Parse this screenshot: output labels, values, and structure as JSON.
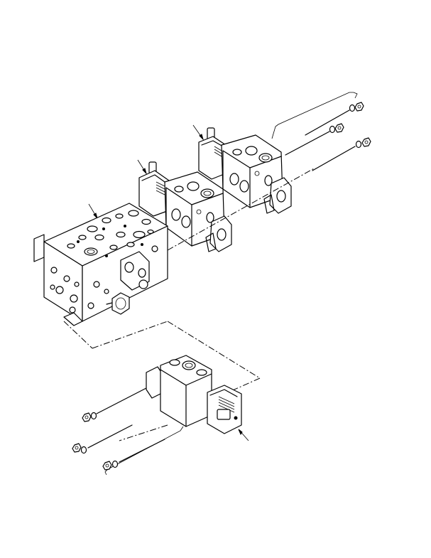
{
  "diagram": {
    "type": "exploded-assembly",
    "text_labels": [],
    "components": [
      {
        "name": "inlet-manifold-block"
      },
      {
        "name": "control-section-1"
      },
      {
        "name": "control-section-2"
      },
      {
        "name": "end-section"
      },
      {
        "name": "tie-rod-set-upper"
      },
      {
        "name": "tie-rod-set-lower"
      }
    ]
  }
}
